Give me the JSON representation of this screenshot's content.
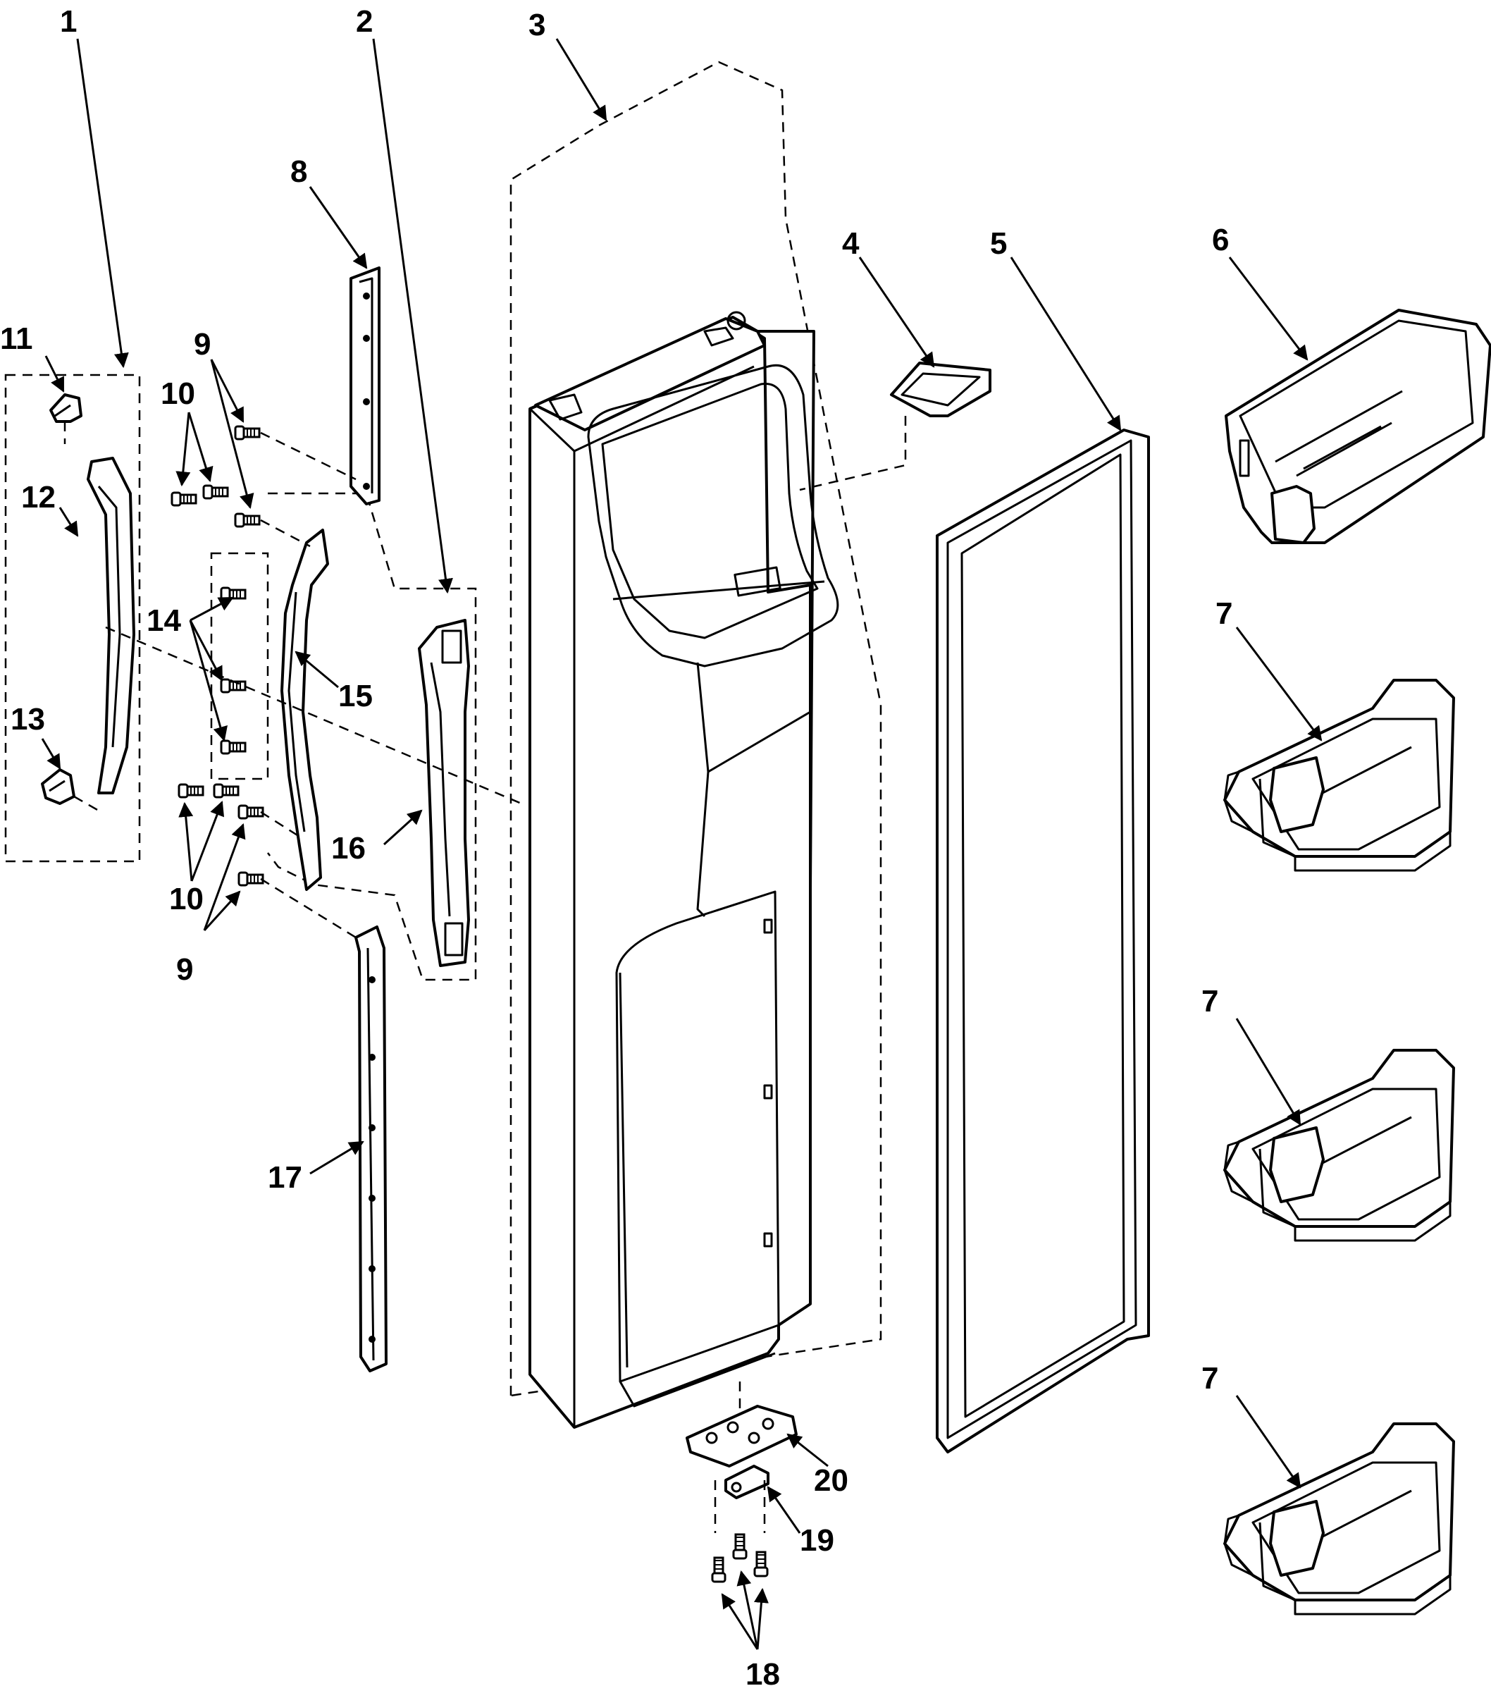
{
  "callouts": [
    {
      "id": "1",
      "label": "1"
    },
    {
      "id": "2",
      "label": "2"
    },
    {
      "id": "3",
      "label": "3"
    },
    {
      "id": "4",
      "label": "4"
    },
    {
      "id": "5",
      "label": "5"
    },
    {
      "id": "6",
      "label": "6"
    },
    {
      "id": "7a",
      "label": "7"
    },
    {
      "id": "7b",
      "label": "7"
    },
    {
      "id": "7c",
      "label": "7"
    },
    {
      "id": "8",
      "label": "8"
    },
    {
      "id": "9a",
      "label": "9"
    },
    {
      "id": "9b",
      "label": "9"
    },
    {
      "id": "10a",
      "label": "10"
    },
    {
      "id": "10b",
      "label": "10"
    },
    {
      "id": "11",
      "label": "11"
    },
    {
      "id": "12",
      "label": "12"
    },
    {
      "id": "13",
      "label": "13"
    },
    {
      "id": "14",
      "label": "14"
    },
    {
      "id": "15",
      "label": "15"
    },
    {
      "id": "16",
      "label": "16"
    },
    {
      "id": "17",
      "label": "17"
    },
    {
      "id": "18",
      "label": "18"
    },
    {
      "id": "19",
      "label": "19"
    },
    {
      "id": "20",
      "label": "20"
    }
  ]
}
